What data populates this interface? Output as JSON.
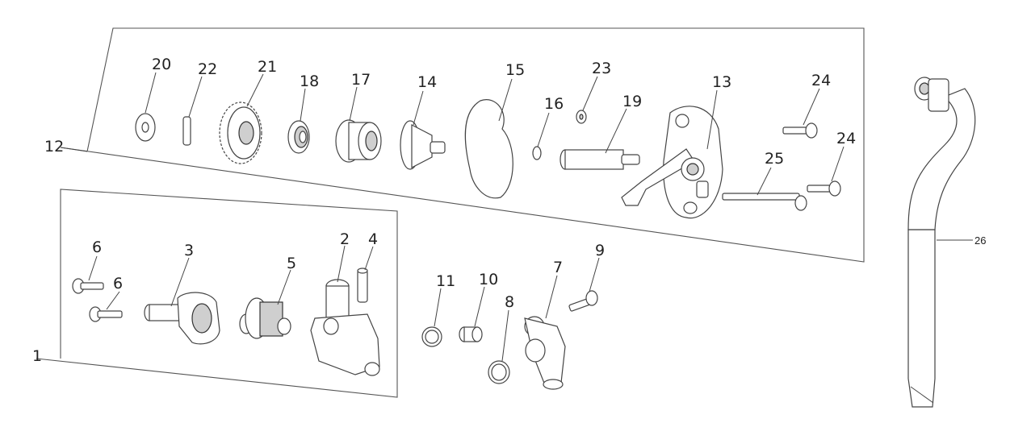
{
  "diagram": {
    "labels": {
      "l1": "1",
      "l2": "2",
      "l3": "3",
      "l4": "4",
      "l5": "5",
      "l6a": "6",
      "l6b": "6",
      "l7": "7",
      "l8": "8",
      "l9": "9",
      "l10": "10",
      "l11": "11",
      "l12": "12",
      "l13": "13",
      "l14": "14",
      "l15": "15",
      "l16": "16",
      "l17": "17",
      "l18": "18",
      "l19": "19",
      "l20": "20",
      "l21": "21",
      "l22": "22",
      "l23": "23",
      "l24a": "24",
      "l24b": "24",
      "l25": "25",
      "l26": "26"
    }
  }
}
